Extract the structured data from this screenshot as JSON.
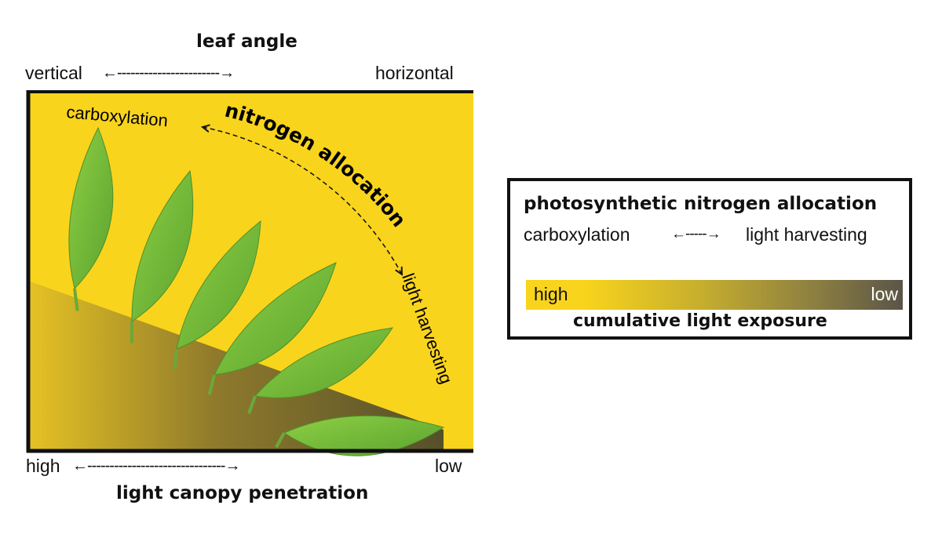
{
  "top_axis": {
    "title": "leaf angle",
    "left": "vertical",
    "right": "horizontal",
    "arrow": "←-----------------------→"
  },
  "bottom_axis": {
    "title": "light canopy penetration",
    "left": "high",
    "right": "low",
    "arrow": "←-------------------------------→"
  },
  "panel": {
    "label_start": "carboxylation",
    "label_arc": "nitrogen allocation",
    "label_end": "light harvesting",
    "leaf_count": 6,
    "colors": {
      "background": "#f9d41c",
      "shade": "#55502a",
      "leaf": "#7cbf3a"
    }
  },
  "legend": {
    "title": "photosynthetic nitrogen allocation",
    "left": "carboxylation",
    "arrow": "←-----→",
    "right": "light harvesting",
    "bar_left": "high",
    "bar_right": "low",
    "bar_title": "cumulative light exposure"
  }
}
